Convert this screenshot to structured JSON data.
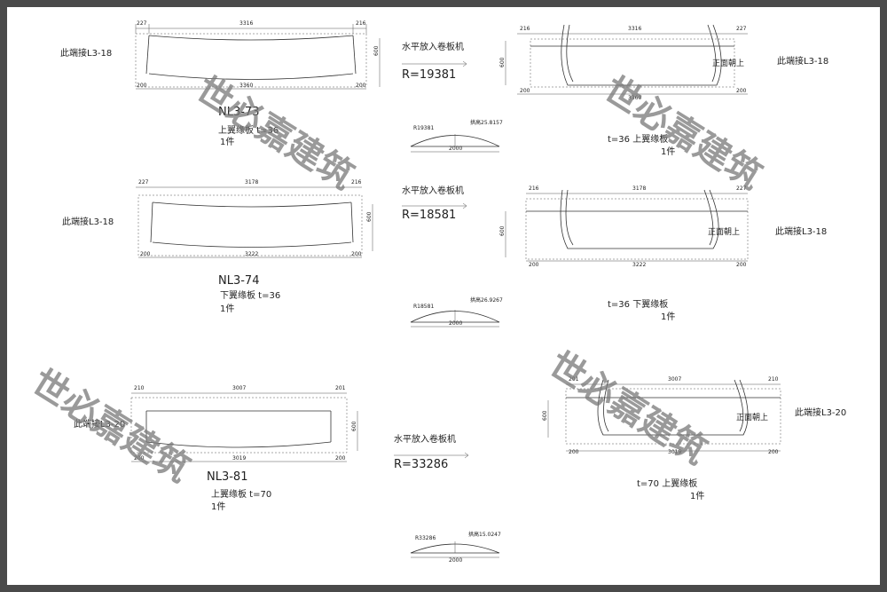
{
  "watermark": "世必嘉建筑",
  "group1": {
    "left": {
      "connect_note": "此端接L3-18",
      "dim_top": [
        "227",
        "3316",
        "216"
      ],
      "dim_bottom": [
        "200",
        "3360",
        "200"
      ],
      "height": "600",
      "part_no": "NL3-73",
      "desc": "上翼缘板  t=36",
      "qty": "1件"
    },
    "middle": {
      "process": "水平放入卷板机",
      "radius": "R=19381",
      "r_small": "R19381",
      "chord_height": "拱高25.8157",
      "chord": "2000"
    },
    "right": {
      "dim_top": [
        "216",
        "3316",
        "227"
      ],
      "dim_bottom": [
        "200",
        "3360",
        "200"
      ],
      "height": "600",
      "face_note": "正面朝上",
      "connect_note": "此端接L3-18",
      "desc": "t=36   上翼缘板",
      "qty": "1件"
    }
  },
  "group2": {
    "left": {
      "connect_note": "此端接L3-18",
      "dim_top": [
        "227",
        "3178",
        "216"
      ],
      "dim_bottom": [
        "200",
        "3222",
        "200"
      ],
      "height": "600",
      "part_no": "NL3-74",
      "desc": "下翼缘板  t=36",
      "qty": "1件"
    },
    "middle": {
      "process": "水平放入卷板机",
      "radius": "R=18581",
      "r_small": "R18581",
      "chord_height": "拱高26.9267",
      "chord": "2000"
    },
    "right": {
      "dim_top": [
        "216",
        "3178",
        "227"
      ],
      "dim_bottom": [
        "200",
        "3222",
        "200"
      ],
      "height": "600",
      "face_note": "正面朝上",
      "connect_note": "此端接L3-18",
      "desc": "t=36   下翼缘板",
      "qty": "1件"
    }
  },
  "group3": {
    "left": {
      "connect_note": "此端接L3-20",
      "dim_top": [
        "210",
        "3007",
        "201"
      ],
      "dim_bottom": [
        "200",
        "3019",
        "200"
      ],
      "height": "600",
      "part_no": "NL3-81",
      "desc": "上翼缘板  t=70",
      "qty": "1件"
    },
    "middle": {
      "process": "水平放入卷板机",
      "radius": "R=33286",
      "r_small": "R33286",
      "chord_height": "拱高15.0247",
      "chord": "2000"
    },
    "right": {
      "dim_top": [
        "201",
        "3007",
        "210"
      ],
      "dim_bottom": [
        "200",
        "3019",
        "200"
      ],
      "height": "600",
      "face_note": "正面朝上",
      "connect_note": "此端接L3-20",
      "desc": "t=70   上翼缘板",
      "qty": "1件"
    }
  }
}
